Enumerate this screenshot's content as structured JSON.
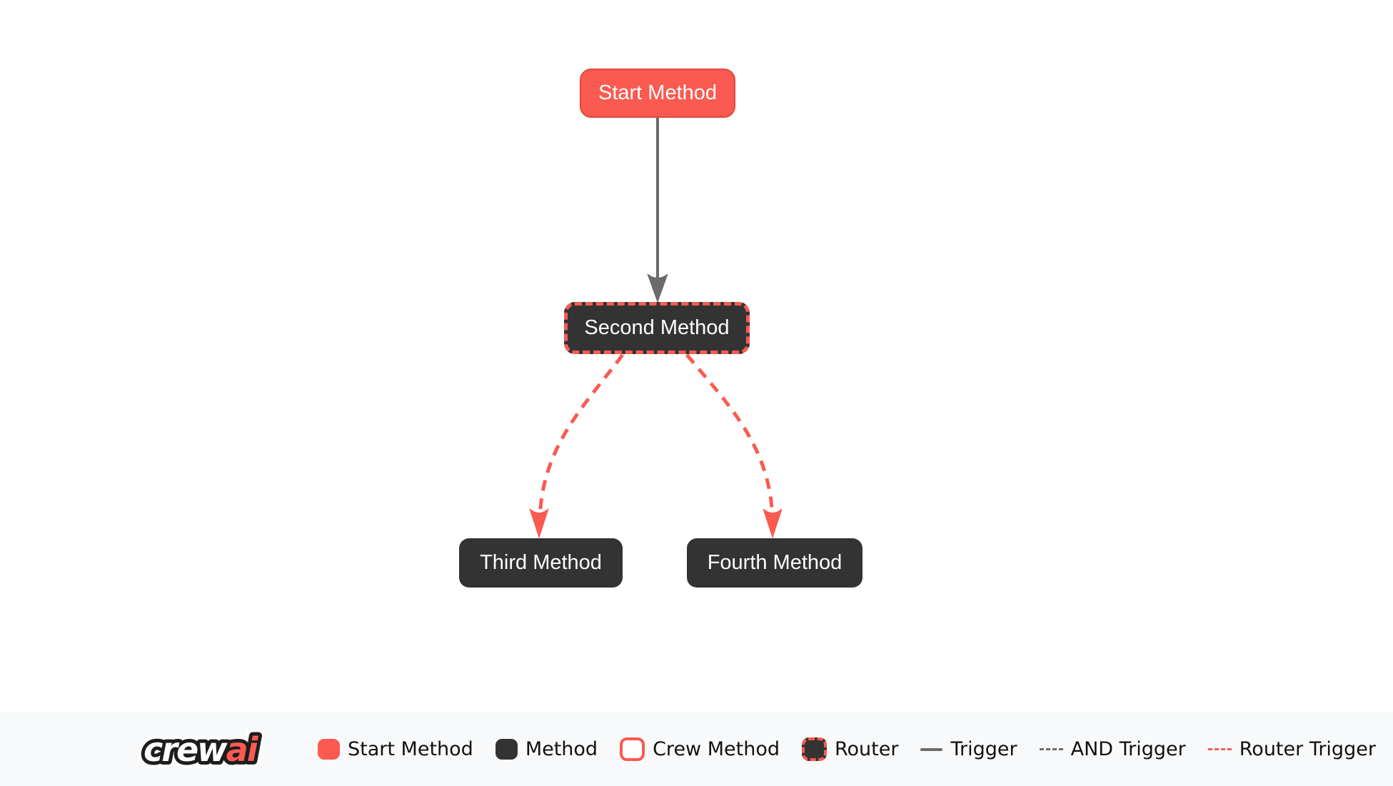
{
  "diagram": {
    "nodes": [
      {
        "id": "start_method",
        "label": "Start Method",
        "type": "start-method"
      },
      {
        "id": "second_method",
        "label": "Second Method",
        "type": "router"
      },
      {
        "id": "third_method",
        "label": "Third Method",
        "type": "method"
      },
      {
        "id": "fourth_method",
        "label": "Fourth Method",
        "type": "method"
      }
    ],
    "edges": [
      {
        "from": "start_method",
        "to": "second_method",
        "type": "trigger"
      },
      {
        "from": "second_method",
        "to": "third_method",
        "type": "router-trigger"
      },
      {
        "from": "second_method",
        "to": "fourth_method",
        "type": "router-trigger"
      }
    ]
  },
  "legend": {
    "logo": {
      "crew": "crew",
      "ai": "ai"
    },
    "items": [
      {
        "label": "Start Method",
        "swatch": "start-method-swatch"
      },
      {
        "label": "Method",
        "swatch": "method-swatch"
      },
      {
        "label": "Crew Method",
        "swatch": "crew-method-swatch"
      },
      {
        "label": "Router",
        "swatch": "router-swatch"
      },
      {
        "label": "Trigger",
        "swatch": "trigger-line-swatch"
      },
      {
        "label": "AND Trigger",
        "swatch": "and-trigger-line-swatch"
      },
      {
        "label": "Router Trigger",
        "swatch": "router-trigger-line-swatch"
      }
    ]
  },
  "colors": {
    "page-bg": "#ffffff",
    "brand-red": "#fa5a50",
    "brand-red-dark": "#e2483e",
    "node-dark": "#333333",
    "node-text": "#ffffff",
    "edge-gray": "#6b6b6b",
    "legend-bg": "#f8f9fa",
    "text-dark": "#111111",
    "logo-outline": "#1d1d1d",
    "logo-crew-fill": "#ffffff",
    "logo-ai-fill": "#fa5a50"
  }
}
